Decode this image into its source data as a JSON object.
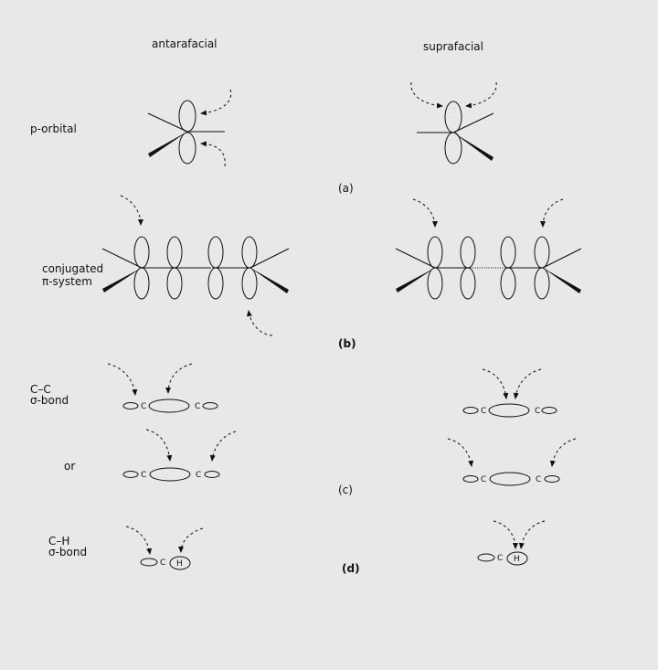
{
  "headers": {
    "left": "antarafacial",
    "right": "suprafacial"
  },
  "labels": {
    "p_orbital": "p-orbital",
    "conjugated_1": "conjugated",
    "conjugated_2": "π-system",
    "cc_1": "C–C",
    "cc_2": "σ-bond",
    "or": "or",
    "ch_1": "C–H",
    "ch_2": "σ-bond"
  },
  "panels": {
    "a": "(a)",
    "b": "(b)",
    "c": "(c)",
    "d": "(d)"
  },
  "atoms": {
    "carbon": "C",
    "hydrogen": "H"
  }
}
